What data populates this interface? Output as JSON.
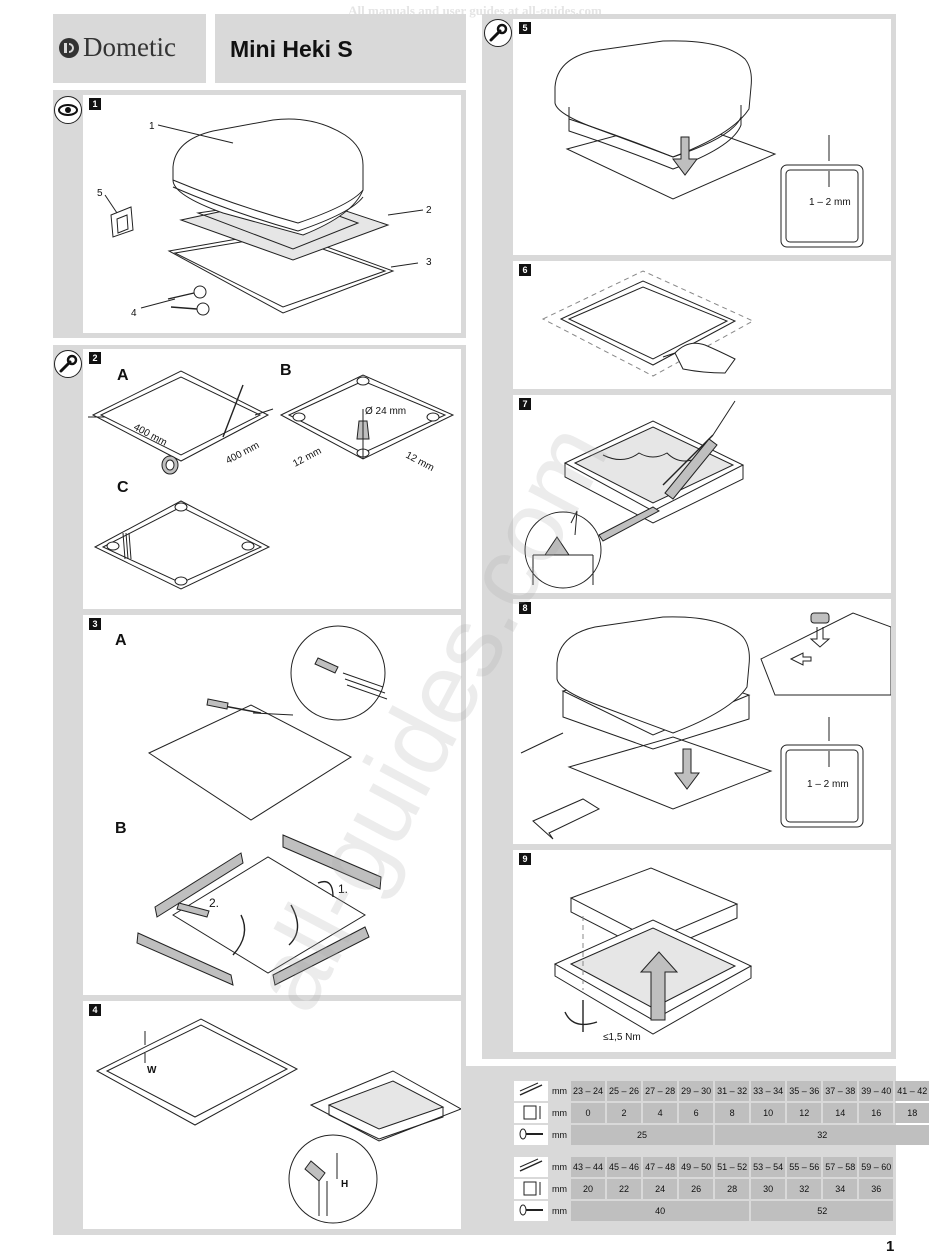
{
  "watermark_top": "All manuals and user guides at all-guides.com",
  "watermark_diag": "all-guides.com",
  "brand": "Dometic",
  "product": "Mini Heki S",
  "page_number": "1",
  "icons": {
    "eye": "eye-icon",
    "wrench": "wrench-icon",
    "brand": "dometic-logo-icon"
  },
  "step1": {
    "num": "1",
    "callouts": [
      "1",
      "2",
      "3",
      "4",
      "5"
    ]
  },
  "step2": {
    "num": "2",
    "sub_a": "A",
    "sub_b": "B",
    "sub_c": "C",
    "dim_400_a": "400 mm",
    "dim_400_b": "400 mm",
    "dia": "Ø 24 mm",
    "dim_12_a": "12 mm",
    "dim_12_b": "12 mm"
  },
  "step3": {
    "num": "3",
    "sub_a": "A",
    "sub_b": "B",
    "mark1": "1.",
    "mark2": "2."
  },
  "step4": {
    "num": "4",
    "w": "W",
    "h": "H"
  },
  "step5": {
    "num": "5",
    "gap": "1 – 2 mm"
  },
  "step6": {
    "num": "6"
  },
  "step7": {
    "num": "7"
  },
  "step8": {
    "num": "8",
    "gap": "1 – 2 mm"
  },
  "step9": {
    "num": "9",
    "torque": "≤1,5 Nm"
  },
  "table1": {
    "unit": "mm",
    "w_row": [
      "23 – 24",
      "25 – 26",
      "27 – 28",
      "29 – 30",
      "31 – 32",
      "33 – 34",
      "35 – 36",
      "37 – 38",
      "39 – 40",
      "41 – 42"
    ],
    "h_row": [
      "0",
      "2",
      "4",
      "6",
      "8",
      "10",
      "12",
      "14",
      "16",
      "18"
    ],
    "screw_row": [
      "25",
      "32"
    ]
  },
  "table2": {
    "unit": "mm",
    "w_row": [
      "43 – 44",
      "45 – 46",
      "47 – 48",
      "49 – 50",
      "51 – 52",
      "53 – 54",
      "55 – 56",
      "57 – 58",
      "59 – 60"
    ],
    "h_row": [
      "20",
      "22",
      "24",
      "26",
      "28",
      "30",
      "32",
      "34",
      "36"
    ],
    "screw_row": [
      "40",
      "52"
    ]
  }
}
